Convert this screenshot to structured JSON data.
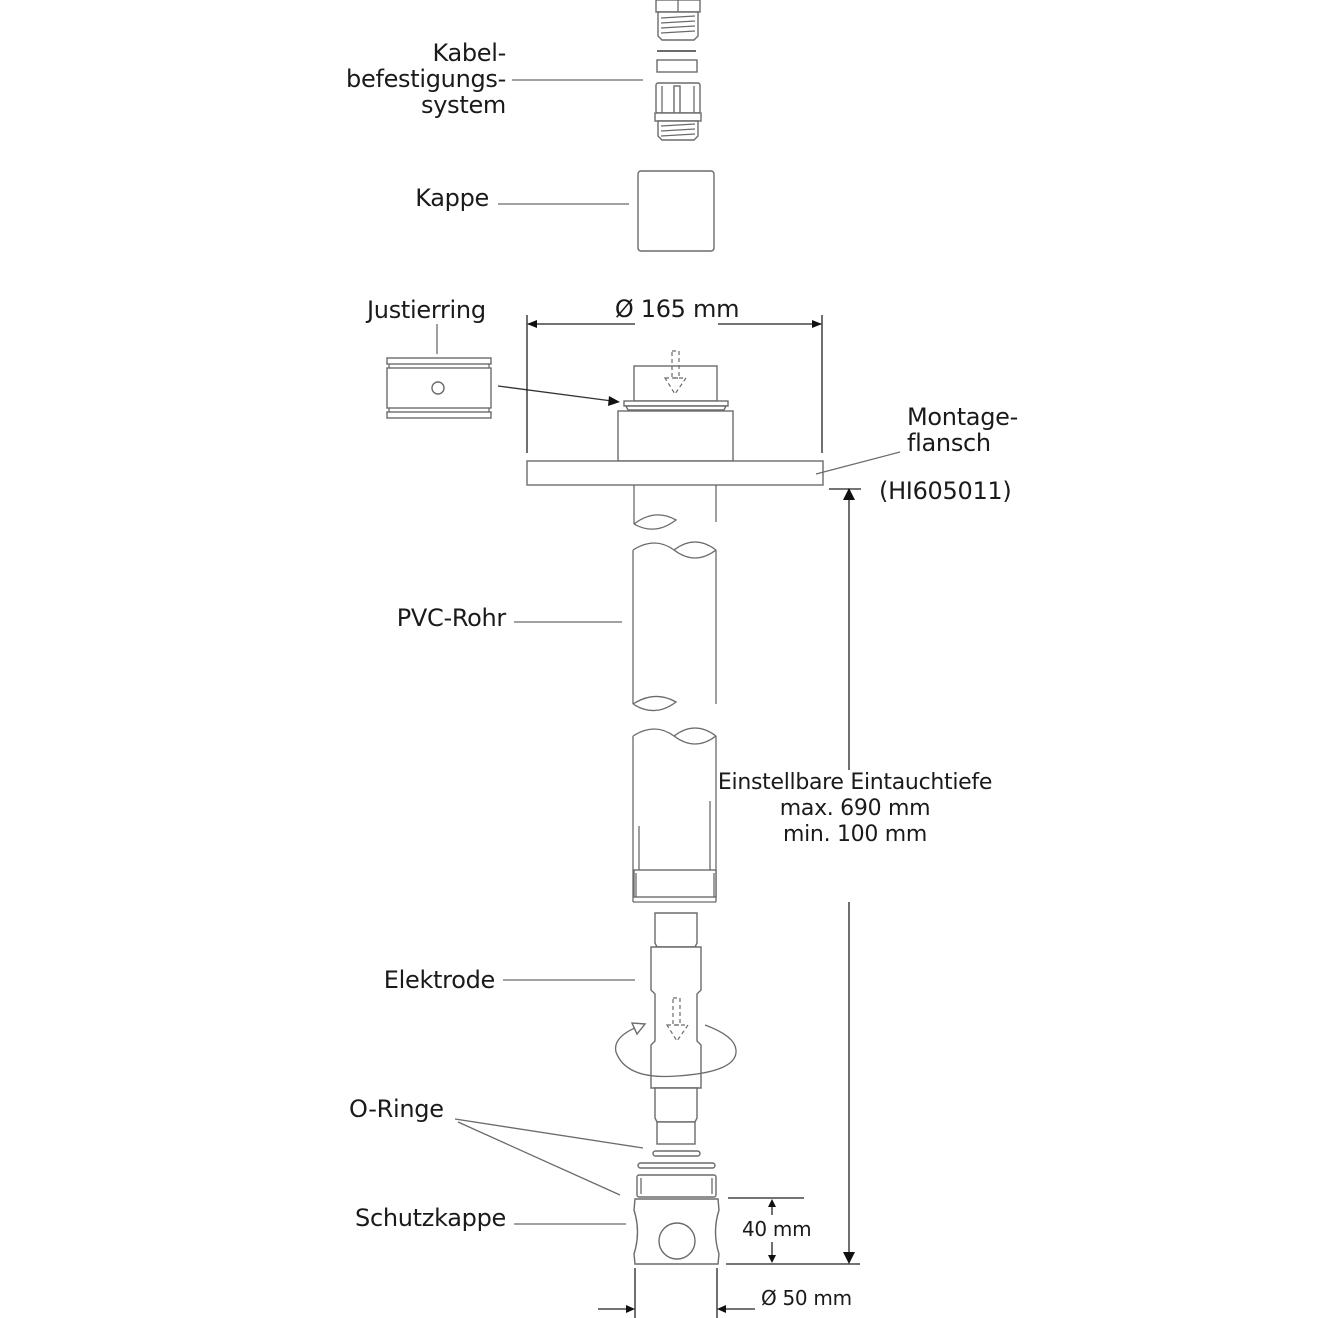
{
  "diagram": {
    "type": "exploded-assembly",
    "labels": {
      "cable_fixing": [
        "Kabel-",
        "befestigungs-",
        "system"
      ],
      "cap": "Kappe",
      "adjusting_ring": "Justierring",
      "flange_diameter": "Ø 165 mm",
      "mounting_flange": [
        "Montage-",
        "flansch"
      ],
      "flange_model": "(HI605011)",
      "pvc_pipe": "PVC-Rohr",
      "immersion_depth": [
        "Einstellbare Eintauchtiefe",
        "max. 690 mm",
        "min. 100 mm"
      ],
      "electrode": "Elektrode",
      "o_rings": "O-Ringe",
      "protective_cap": "Schutzkappe",
      "cap_height": "40 mm",
      "pipe_diameter": "Ø 50 mm"
    },
    "colors": {
      "line": "#6b6b6b",
      "text": "#1a1a1a",
      "dimension": "#222222",
      "background": "#ffffff"
    }
  }
}
